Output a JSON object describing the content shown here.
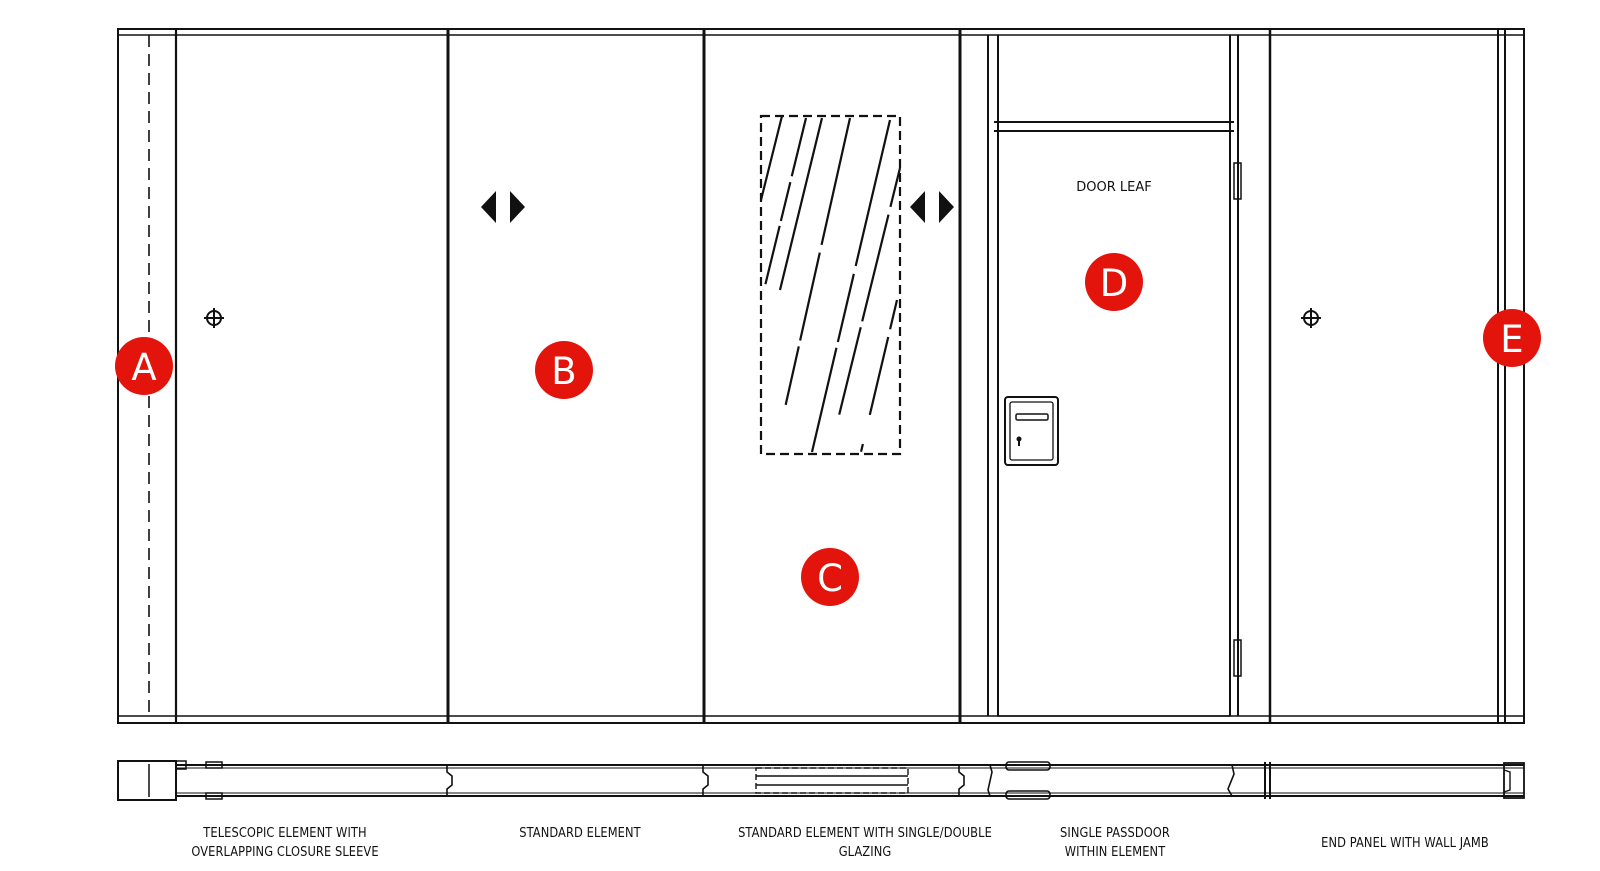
{
  "colors": {
    "badge": "#e3140c",
    "line": "#111111",
    "background": "#ffffff"
  },
  "door_leaf_label": "DOOR LEAF",
  "badges": [
    {
      "id": "a",
      "letter": "A"
    },
    {
      "id": "b",
      "letter": "B"
    },
    {
      "id": "c",
      "letter": "C"
    },
    {
      "id": "d",
      "letter": "D"
    },
    {
      "id": "e",
      "letter": "E"
    }
  ],
  "captions": [
    {
      "id": "telescopic",
      "line1": "TELESCOPIC ELEMENT WITH",
      "line2": "OVERLAPPING CLOSURE SLEEVE"
    },
    {
      "id": "standard",
      "line1": "STANDARD ELEMENT",
      "line2": ""
    },
    {
      "id": "glazing",
      "line1": "STANDARD ELEMENT WITH SINGLE/DOUBLE",
      "line2": "GLAZING"
    },
    {
      "id": "passdoor",
      "line1": "SINGLE PASSDOOR",
      "line2": "WITHIN ELEMENT"
    },
    {
      "id": "end-panel",
      "line1": "END PANEL WITH WALL JAMB",
      "line2": ""
    }
  ],
  "icons": [
    "crosshair-icon",
    "double-arrow-icon",
    "door-lock-icon"
  ]
}
